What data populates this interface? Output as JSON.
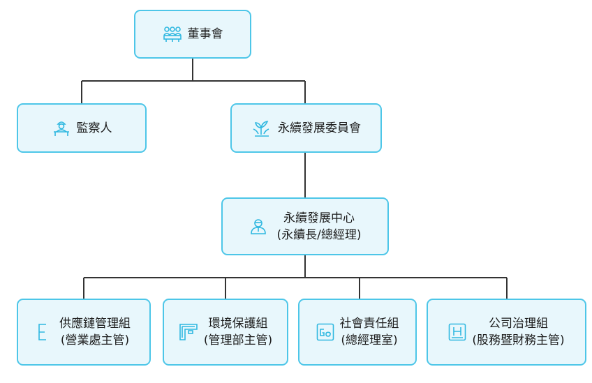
{
  "nodes": {
    "board": {
      "label": "董事會",
      "icon": "board-meeting-icon"
    },
    "supervisor": {
      "label": "監察人",
      "icon": "supervisor-icon"
    },
    "committee": {
      "label": "永續發展委員會",
      "icon": "sprout-icon"
    },
    "center": {
      "line1": "永續發展中心",
      "line2": "(永續長/總經理)",
      "icon": "manager-icon"
    },
    "supply": {
      "line1": "供應鏈管理組",
      "line2": "(營業處主管)",
      "icon": "letter-e-icon"
    },
    "env": {
      "line1": "環境保護組",
      "line2": "(管理部主管)",
      "icon": "frame-icon"
    },
    "social": {
      "line1": "社會責任組",
      "line2": "(總經理室)",
      "icon": "social-g-icon"
    },
    "governance": {
      "line1": "公司治理組",
      "line2": "(股務暨財務主管)",
      "icon": "letter-h-icon"
    }
  },
  "colors": {
    "border": "#4dc6e8",
    "fill": "#e8f7fc",
    "line": "#333333",
    "icon": "#2fb8e0"
  }
}
